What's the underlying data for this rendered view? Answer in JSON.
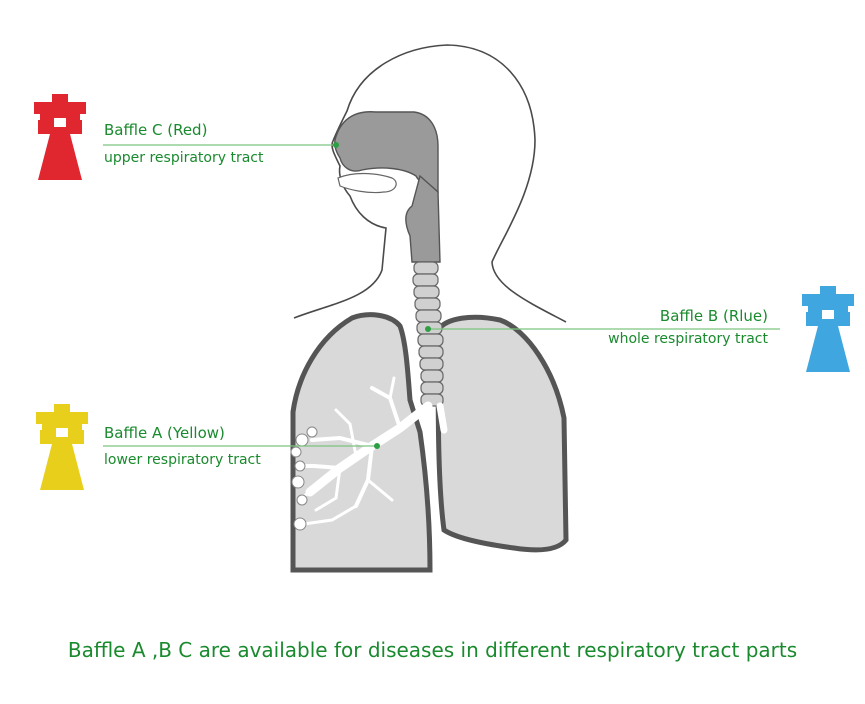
{
  "labels": {
    "baffle_c": {
      "name": "Baffle C (Red)",
      "region": "upper respiratory tract",
      "color": "#e0262f"
    },
    "baffle_b": {
      "name": "Baffle B (Rlue)",
      "region": "whole respiratory tract",
      "color": "#3fa6e0"
    },
    "baffle_a": {
      "name": "Baffle A (Yellow)",
      "region": "lower respiratory tract",
      "color": "#e8cf1c"
    }
  },
  "caption": "Baffle A ,B C are available for diseases in different  respiratory tract parts",
  "colors": {
    "text": "#1a8a2e",
    "leader_line": "#7cc47f",
    "outline": "#555555",
    "tract": "#9a9a9a",
    "lung": "#d9d9d9"
  }
}
